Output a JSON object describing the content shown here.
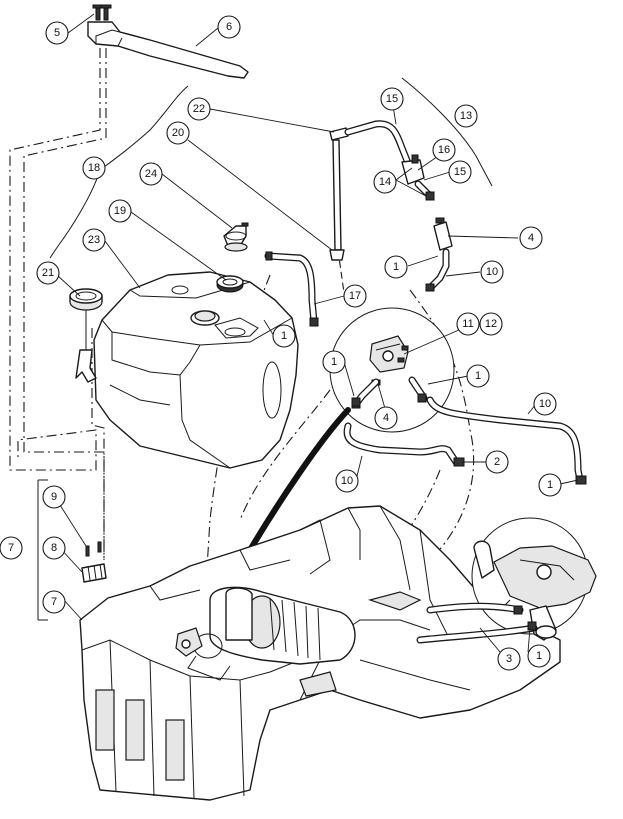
{
  "callouts": {
    "c1a": "1",
    "c1b": "1",
    "c1c": "1",
    "c1d": "1",
    "c1e": "1",
    "c1f": "1",
    "c2": "2",
    "c3": "3",
    "c4a": "4",
    "c4b": "4",
    "c5": "5",
    "c6": "6",
    "c7a": "7",
    "c7b": "7",
    "c8": "8",
    "c9": "9",
    "c10a": "10",
    "c10b": "10",
    "c10c": "10",
    "c11": "11",
    "c12": "12",
    "c13": "13",
    "c14": "14",
    "c15a": "15",
    "c15b": "15",
    "c16": "16",
    "c17": "17",
    "c18": "18",
    "c19": "19",
    "c20": "20",
    "c21": "21",
    "c22": "22",
    "c23": "23",
    "c24": "24"
  },
  "colors": {
    "line": "#1a1a1a",
    "fill": "#ffffff",
    "shade": "#e6e6e6"
  }
}
